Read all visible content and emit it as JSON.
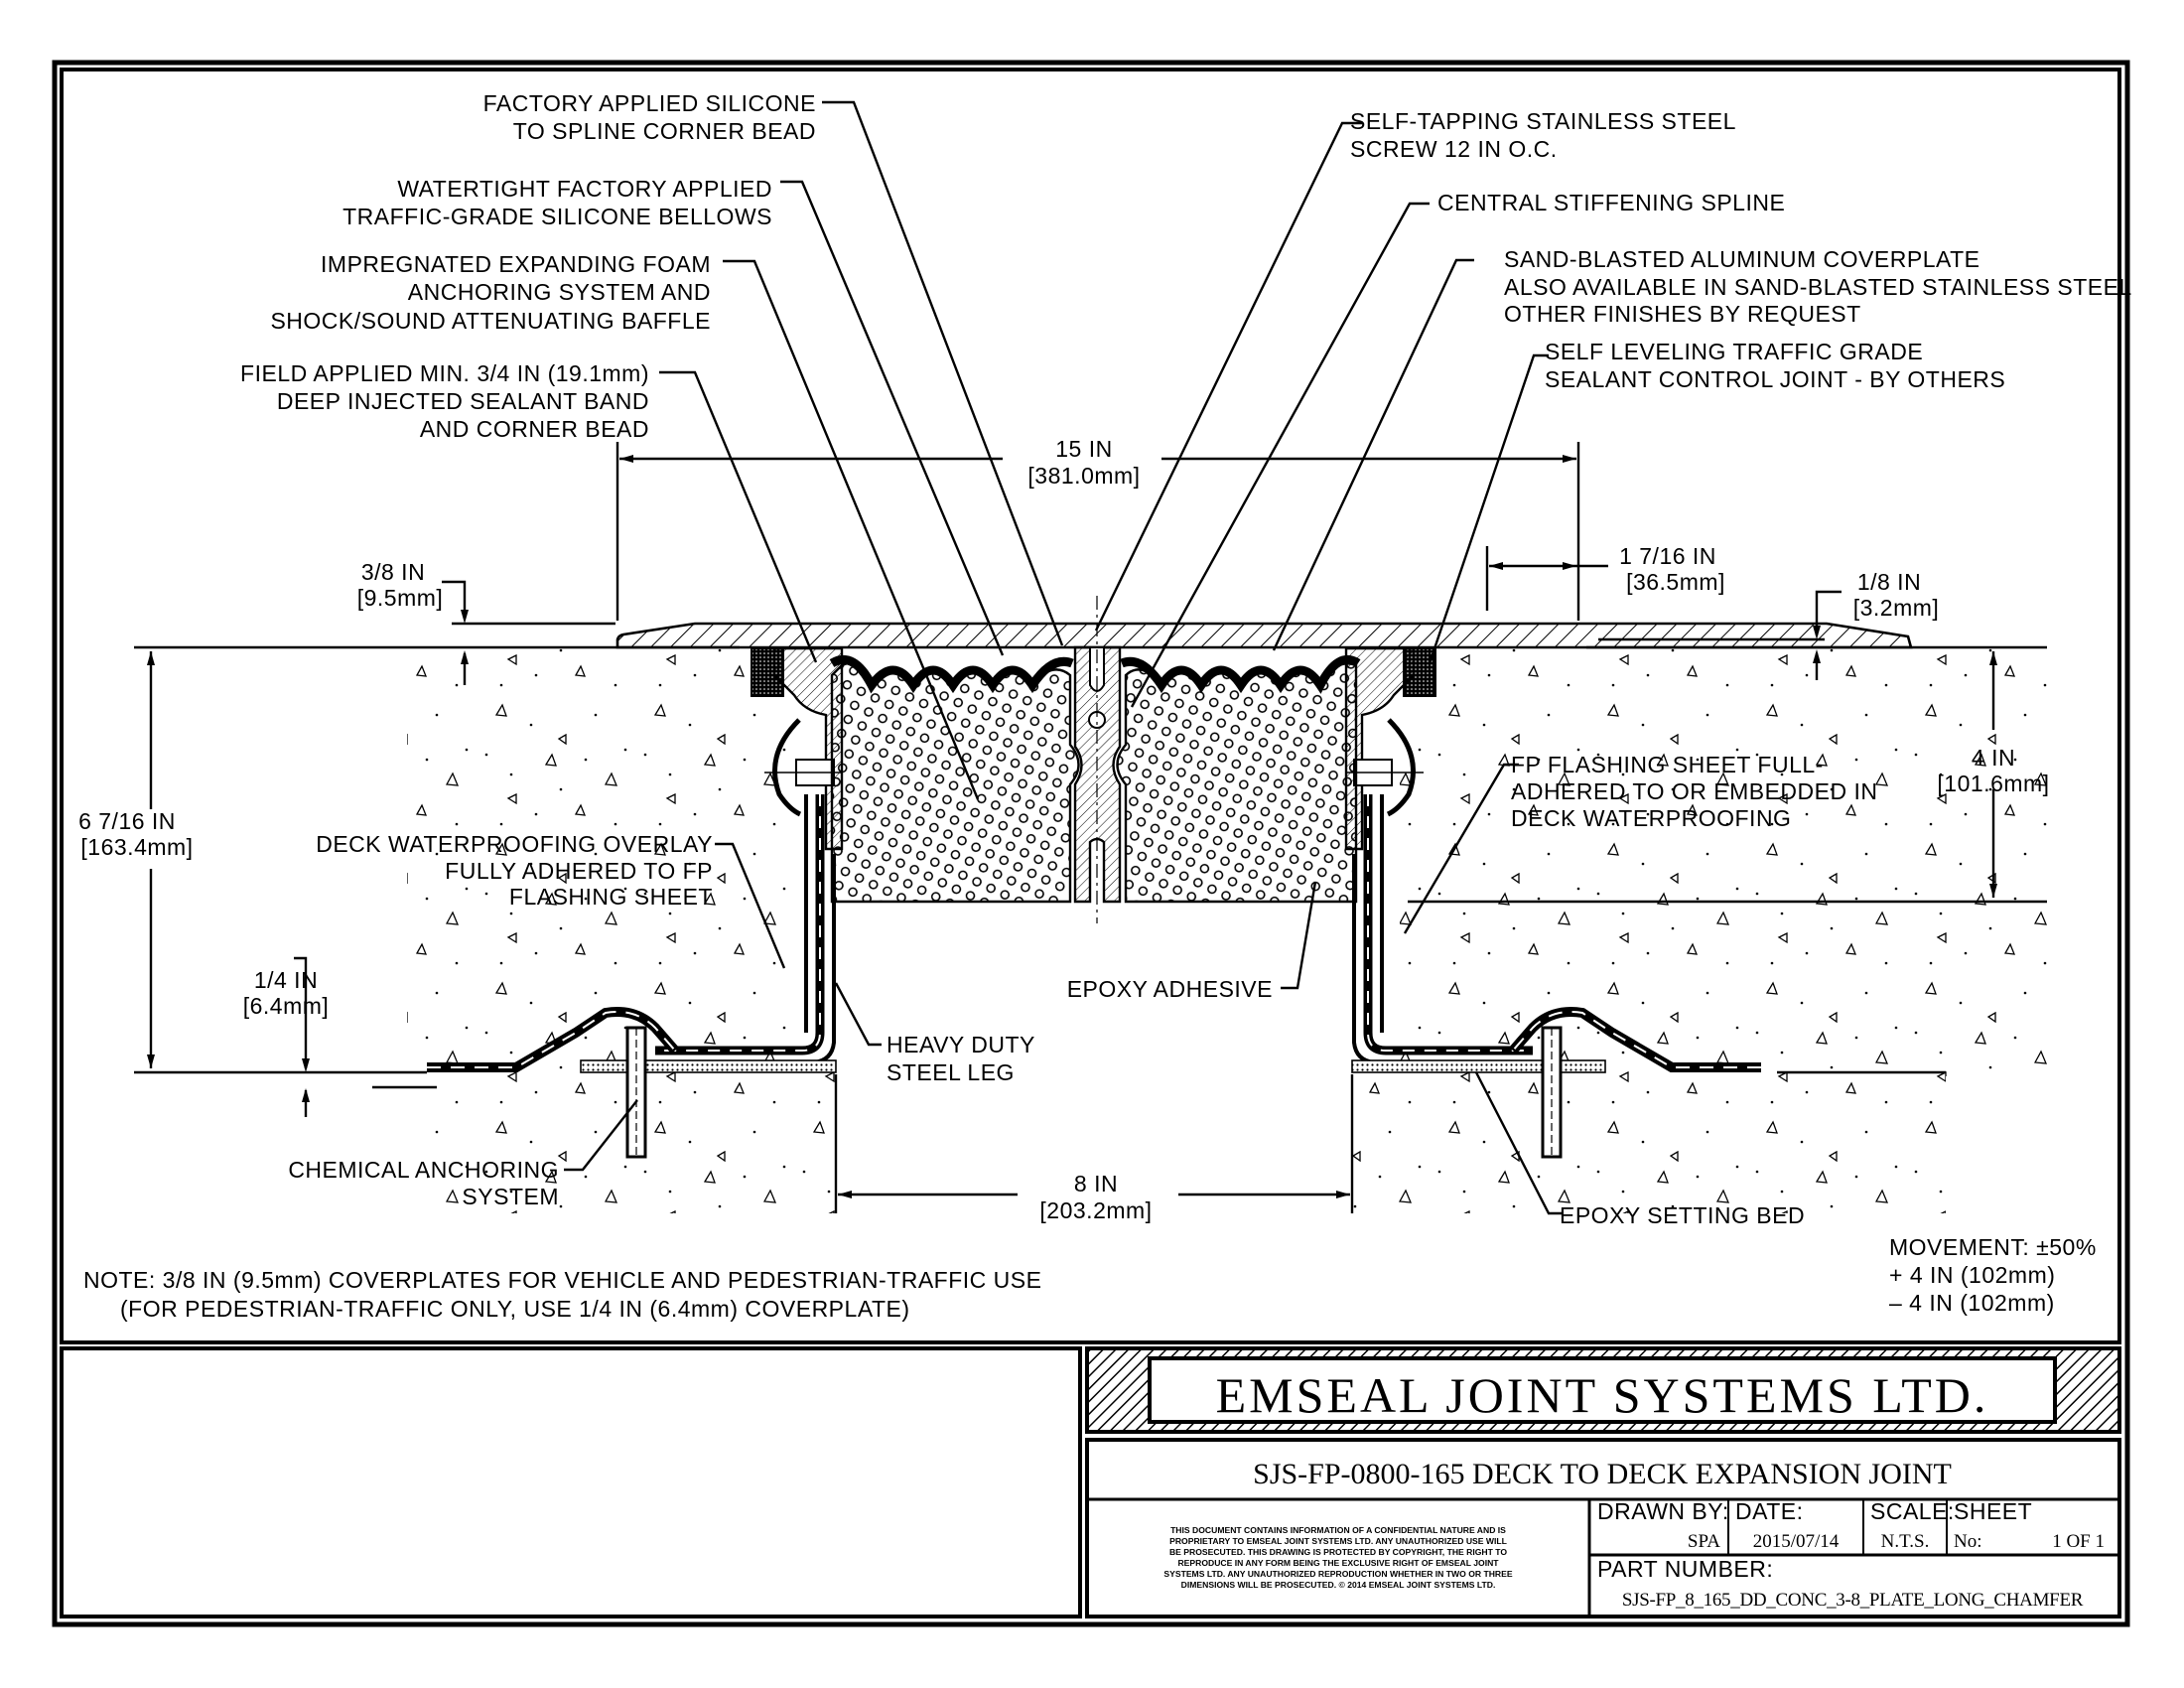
{
  "callouts": {
    "silicone_bead": [
      "FACTORY APPLIED SILICONE",
      "TO SPLINE CORNER BEAD"
    ],
    "bellows": [
      "WATERTIGHT FACTORY APPLIED",
      "TRAFFIC-GRADE SILICONE BELLOWS"
    ],
    "foam": [
      "IMPREGNATED EXPANDING FOAM",
      "ANCHORING SYSTEM AND",
      "SHOCK/SOUND ATTENUATING BAFFLE"
    ],
    "sealant_band": [
      "FIELD APPLIED MIN. 3/4 IN (19.1mm)",
      "DEEP INJECTED SEALANT BAND",
      "AND CORNER BEAD"
    ],
    "screw": [
      "SELF-TAPPING STAINLESS STEEL",
      "SCREW 12 IN O.C."
    ],
    "spline": [
      "CENTRAL STIFFENING SPLINE"
    ],
    "coverplate": [
      "SAND-BLASTED ALUMINUM COVERPLATE",
      "ALSO AVAILABLE IN SAND-BLASTED STAINLESS STEEL",
      "OTHER FINISHES BY REQUEST"
    ],
    "control_joint": [
      "SELF LEVELING TRAFFIC GRADE",
      "SEALANT CONTROL JOINT - BY OTHERS"
    ],
    "overlay": [
      "DECK WATERPROOFING OVERLAY",
      "FULLY ADHERED TO FP",
      "FLASHING SHEET"
    ],
    "flashing": [
      "FP FLASHING SHEET FULL-",
      "ADHERED TO OR EMBEDDED IN",
      "DECK WATERPROOFING"
    ],
    "epoxy_adhesive": [
      "EPOXY ADHESIVE"
    ],
    "steel_leg": [
      "HEAVY DUTY",
      "STEEL LEG"
    ],
    "chemical_anchor": [
      "CHEMICAL ANCHORING",
      "SYSTEM"
    ],
    "setting_bed": [
      "EPOXY SETTING BED"
    ]
  },
  "dimensions": {
    "overall_width": [
      "15 IN",
      "[381.0mm]"
    ],
    "chamfer": [
      "1 7/16 IN",
      "[36.5mm]"
    ],
    "plate_thickness": [
      "3/8 IN",
      "[9.5mm]"
    ],
    "recess": [
      "1/8 IN",
      "[3.2mm]"
    ],
    "depth": [
      "6 7/16 IN",
      "[163.4mm]"
    ],
    "foam_depth": [
      "4 IN",
      "[101.6mm]"
    ],
    "setting_bed": [
      "1/4 IN",
      "[6.4mm]"
    ],
    "gap": [
      "8 IN",
      "[203.2mm]"
    ]
  },
  "movement": [
    "MOVEMENT: ±50%",
    "+ 4 IN (102mm)",
    "– 4 IN (102mm)"
  ],
  "note": [
    "NOTE: 3/8 IN (9.5mm) COVERPLATES FOR VEHICLE AND PEDESTRIAN-TRAFFIC USE",
    "(FOR PEDESTRIAN-TRAFFIC ONLY, USE 1/4 IN (6.4mm) COVERPLATE)"
  ],
  "title_block": {
    "company": "EMSEAL JOINT SYSTEMS LTD.",
    "drawing_title": "SJS-FP-0800-165 DECK TO DECK EXPANSION JOINT",
    "disclaimer": [
      "THIS DOCUMENT CONTAINS INFORMATION OF A CONFIDENTIAL NATURE AND IS",
      "PROPRIETARY TO EMSEAL JOINT SYSTEMS LTD. ANY UNAUTHORIZED USE WILL",
      "BE PROSECUTED. THIS DRAWING IS PROTECTED BY COPYRIGHT, THE RIGHT TO",
      "REPRODUCE IN ANY FORM BEING THE EXCLUSIVE RIGHT OF EMSEAL JOINT",
      "SYSTEMS LTD. ANY UNAUTHORIZED REPRODUCTION WHETHER IN TWO OR THREE",
      "DIMENSIONS WILL BE PROSECUTED. © 2014 EMSEAL JOINT SYSTEMS LTD."
    ],
    "drawn_by_label": "DRAWN BY:",
    "drawn_by": "SPA",
    "date_label": "DATE:",
    "date": "2015/07/14",
    "scale_label": "SCALE:",
    "scale": "N.T.S.",
    "sheet_label": "SHEET",
    "sheet_no_label": "No:",
    "sheet": "1 OF 1",
    "part_number_label": "PART NUMBER:",
    "part_number": "SJS-FP_8_165_DD_CONC_3-8_PLATE_LONG_CHAMFER"
  }
}
